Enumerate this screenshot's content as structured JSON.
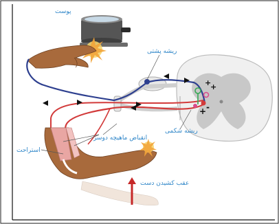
{
  "labels": {
    "skin": "پوست",
    "dorsal_root": "ریشه پشتی",
    "ventral_root": "ریشه شکمی",
    "biceps_contraction": "انقباض ماهیچه دوسر",
    "relaxation": "استراحت",
    "hand_withdrawal": "عقب کشیدن دست"
  },
  "signs": {
    "plus_1": "+",
    "plus_2": "+",
    "plus_3": "+",
    "minus": "-"
  },
  "colors": {
    "sensory_pathway": "#2d3f8f",
    "motor_pathway": "#d23a3a",
    "label_text": "#2f86c8",
    "spinal_gray_matter": "#c8c8c8",
    "spinal_white_matter": "#f0f0f0",
    "skin_tone": "#a86a3c",
    "muscle": "#e9a6a3",
    "arrow_red": "#c62828",
    "green_interneuron": "#34a853",
    "pink_neuron": "#d94c8c"
  }
}
